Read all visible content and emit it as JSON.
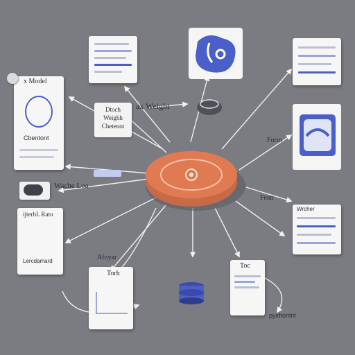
{
  "nodes": {
    "top_left_label": "x Model",
    "top_left_sub": "Cbentont",
    "center_left_tag": "Dtoch Weighh Chetenot",
    "weight_label": "ax Weight",
    "right_top_label": "Form",
    "left_mid_label": "Wache Loa",
    "left_low_title": "ijterbL Rato",
    "left_low_sub": "Lercdamard",
    "bottom_left_title": "Torh",
    "bottom_left_note": "Afoyar",
    "bottom_center_title": "Toc",
    "right_mid_label": "Fean",
    "right_low_title": "Wrcher",
    "bottom_right_label": "pyidtontnt"
  },
  "colors": {
    "background": "#7b7c82",
    "hub_orange": "#e07a52",
    "accent_blue": "#4b5fc8",
    "card": "#f6f6f6"
  },
  "icons": {
    "hub": "gear-icon",
    "logo": "framework-logo-icon",
    "database": "database-icon",
    "document": "document-icon",
    "cloud": "cloud-icon"
  }
}
